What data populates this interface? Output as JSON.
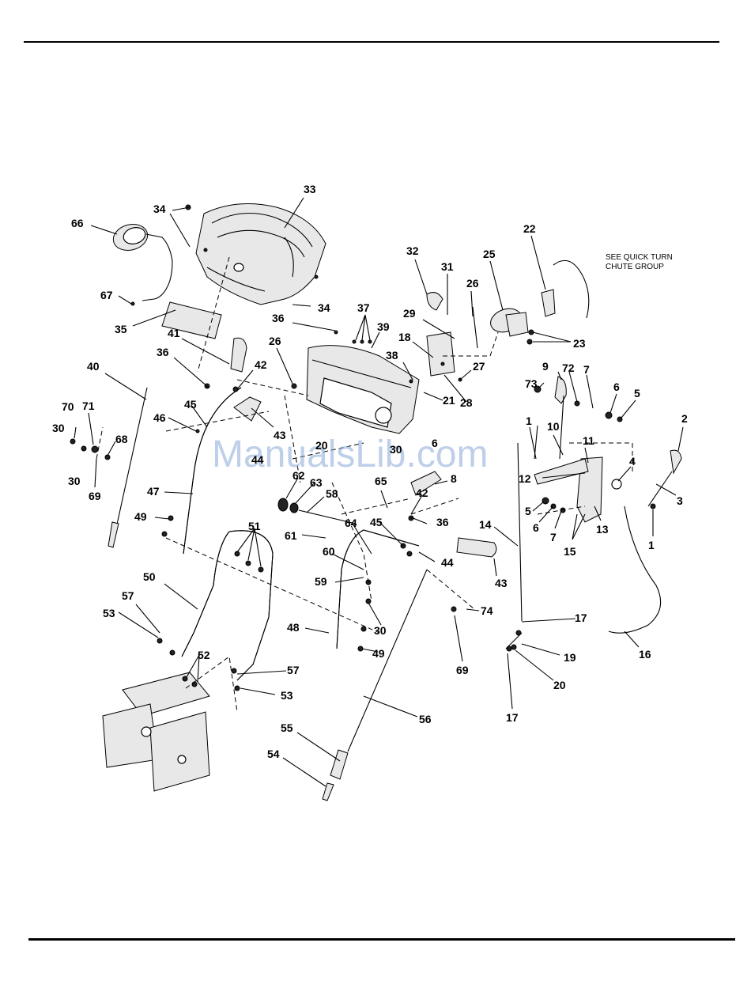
{
  "note": {
    "line1": "SEE QUICK TURN",
    "line2": "CHUTE GROUP"
  },
  "watermark": "ManualsLib.com",
  "callouts": [
    {
      "id": "c33",
      "text": "33"
    },
    {
      "id": "c34a",
      "text": "34"
    },
    {
      "id": "c66",
      "text": "66"
    },
    {
      "id": "c34b",
      "text": "34"
    },
    {
      "id": "c67",
      "text": "67"
    },
    {
      "id": "c35",
      "text": "35"
    },
    {
      "id": "c36a",
      "text": "36"
    },
    {
      "id": "c41",
      "text": "41"
    },
    {
      "id": "c36b",
      "text": "36"
    },
    {
      "id": "c42a",
      "text": "42"
    },
    {
      "id": "c40",
      "text": "40"
    },
    {
      "id": "c26a",
      "text": "26"
    },
    {
      "id": "c37",
      "text": "37"
    },
    {
      "id": "c39",
      "text": "39"
    },
    {
      "id": "c38",
      "text": "38"
    },
    {
      "id": "c18",
      "text": "18"
    },
    {
      "id": "c29",
      "text": "29"
    },
    {
      "id": "c32",
      "text": "32"
    },
    {
      "id": "c31",
      "text": "31"
    },
    {
      "id": "c26b",
      "text": "26"
    },
    {
      "id": "c25",
      "text": "25"
    },
    {
      "id": "c22",
      "text": "22"
    },
    {
      "id": "c23",
      "text": "23"
    },
    {
      "id": "c27",
      "text": "27"
    },
    {
      "id": "c28",
      "text": "28"
    },
    {
      "id": "c21",
      "text": "21"
    },
    {
      "id": "c70",
      "text": "70"
    },
    {
      "id": "c71",
      "text": "71"
    },
    {
      "id": "c30a",
      "text": "30"
    },
    {
      "id": "c68",
      "text": "68"
    },
    {
      "id": "c30b",
      "text": "30"
    },
    {
      "id": "c69a",
      "text": "69"
    },
    {
      "id": "c46",
      "text": "46"
    },
    {
      "id": "c45a",
      "text": "45"
    },
    {
      "id": "c43a",
      "text": "43"
    },
    {
      "id": "c44a",
      "text": "44"
    },
    {
      "id": "c20",
      "text": "20"
    },
    {
      "id": "c30c",
      "text": "30"
    },
    {
      "id": "c6a",
      "text": "6"
    },
    {
      "id": "c9",
      "text": "9"
    },
    {
      "id": "c72",
      "text": "72"
    },
    {
      "id": "c7a",
      "text": "7"
    },
    {
      "id": "c73",
      "text": "73"
    },
    {
      "id": "c6b",
      "text": "6"
    },
    {
      "id": "c5a",
      "text": "5"
    },
    {
      "id": "c2",
      "text": "2"
    },
    {
      "id": "c1a",
      "text": "1"
    },
    {
      "id": "c10",
      "text": "10"
    },
    {
      "id": "c11",
      "text": "11"
    },
    {
      "id": "c12",
      "text": "12"
    },
    {
      "id": "c4",
      "text": "4"
    },
    {
      "id": "c3",
      "text": "3"
    },
    {
      "id": "c5b",
      "text": "5"
    },
    {
      "id": "c6c",
      "text": "6"
    },
    {
      "id": "c7b",
      "text": "7"
    },
    {
      "id": "c15",
      "text": "15"
    },
    {
      "id": "c13",
      "text": "13"
    },
    {
      "id": "c1b",
      "text": "1"
    },
    {
      "id": "c47",
      "text": "47"
    },
    {
      "id": "c62",
      "text": "62"
    },
    {
      "id": "c63",
      "text": "63"
    },
    {
      "id": "c58",
      "text": "58"
    },
    {
      "id": "c65",
      "text": "65"
    },
    {
      "id": "c42b",
      "text": "42"
    },
    {
      "id": "c8",
      "text": "8"
    },
    {
      "id": "c49a",
      "text": "49"
    },
    {
      "id": "c51",
      "text": "51"
    },
    {
      "id": "c61",
      "text": "61"
    },
    {
      "id": "c64",
      "text": "64"
    },
    {
      "id": "c45b",
      "text": "45"
    },
    {
      "id": "c36c",
      "text": "36"
    },
    {
      "id": "c14",
      "text": "14"
    },
    {
      "id": "c60",
      "text": "60"
    },
    {
      "id": "c44b",
      "text": "44"
    },
    {
      "id": "c43b",
      "text": "43"
    },
    {
      "id": "c50",
      "text": "50"
    },
    {
      "id": "c59",
      "text": "59"
    },
    {
      "id": "c57a",
      "text": "57"
    },
    {
      "id": "c30d",
      "text": "30"
    },
    {
      "id": "c74",
      "text": "74"
    },
    {
      "id": "c53a",
      "text": "53"
    },
    {
      "id": "c48",
      "text": "48"
    },
    {
      "id": "c49b",
      "text": "49"
    },
    {
      "id": "c17a",
      "text": "17"
    },
    {
      "id": "c16",
      "text": "16"
    },
    {
      "id": "c19",
      "text": "19"
    },
    {
      "id": "c52",
      "text": "52"
    },
    {
      "id": "c57b",
      "text": "57"
    },
    {
      "id": "c69b",
      "text": "69"
    },
    {
      "id": "c20b",
      "text": "20"
    },
    {
      "id": "c53b",
      "text": "53"
    },
    {
      "id": "c17b",
      "text": "17"
    },
    {
      "id": "c56",
      "text": "56"
    },
    {
      "id": "c55",
      "text": "55"
    },
    {
      "id": "c54",
      "text": "54"
    }
  ]
}
